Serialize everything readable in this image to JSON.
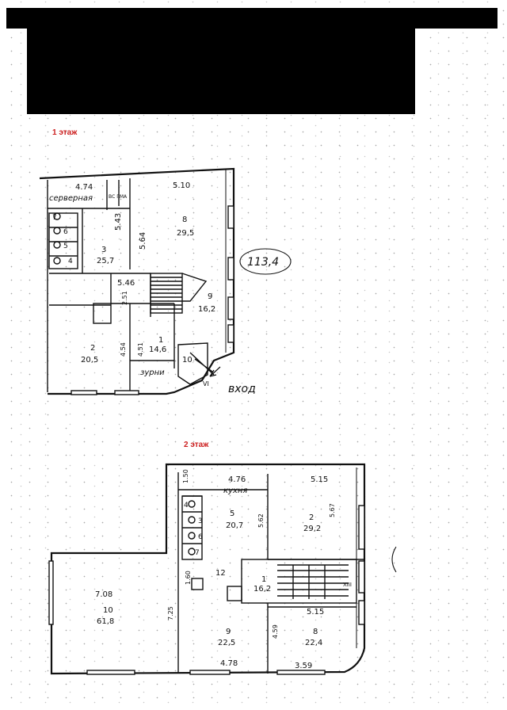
{
  "floor1": {
    "label": "1 этаж",
    "total_area": "113,4",
    "entrance": "вход",
    "rooms": {
      "r8": {
        "num": "8",
        "area": "29,5"
      },
      "r3": {
        "num": "3",
        "area": "25,7"
      },
      "r9": {
        "num": "9",
        "area": "16,2"
      },
      "r2": {
        "num": "2",
        "area": "20,5"
      },
      "r1": {
        "num": "1",
        "area": "14,6"
      },
      "r10": {
        "num": "10"
      },
      "r7": {
        "num": "7"
      },
      "r6": {
        "num": "6"
      },
      "r5": {
        "num": "5"
      },
      "r4": {
        "num": "4"
      }
    },
    "labels": {
      "servernaya": "серверная",
      "zurni": "зурни",
      "dim_474": "4.74",
      "dim_510": "5.10",
      "dim_543": "5.43",
      "dim_564": "5.64",
      "dim_546": "5.46",
      "dim_251": "2.51",
      "dim_451": "4.51",
      "dim_454": "4.54",
      "box_text": "ВС ГМА",
      "mark_VI": "VI"
    }
  },
  "floor2": {
    "label": "2 этаж",
    "kitchen": "кухня",
    "rooms": {
      "r5": {
        "num": "5",
        "area": "20,7"
      },
      "r2": {
        "num": "2",
        "area": "29,2"
      },
      "r12": {
        "num": "12"
      },
      "r1": {
        "num": "1",
        "area": "16,2"
      },
      "r10": {
        "num": "10",
        "area": "61,8"
      },
      "r9": {
        "num": "9",
        "area": "22,5"
      },
      "r8": {
        "num": "8",
        "area": "22,4"
      },
      "r4": {
        "num": "4"
      },
      "r3": {
        "num": "3"
      },
      "r6": {
        "num": "6"
      },
      "r7": {
        "num": "7"
      }
    },
    "labels": {
      "dim_150": "1.50",
      "dim_476": "4.76",
      "dim_515a": "5.15",
      "dim_562": "5.62",
      "dim_567": "5.67",
      "dim_160": "1.60",
      "dim_708": "7.08",
      "dim_725": "7.25",
      "dim_515b": "5.15",
      "dim_459": "4.59",
      "dim_478": "4.78",
      "dim_359": "3.59",
      "mark_XIII": "XIII"
    }
  }
}
